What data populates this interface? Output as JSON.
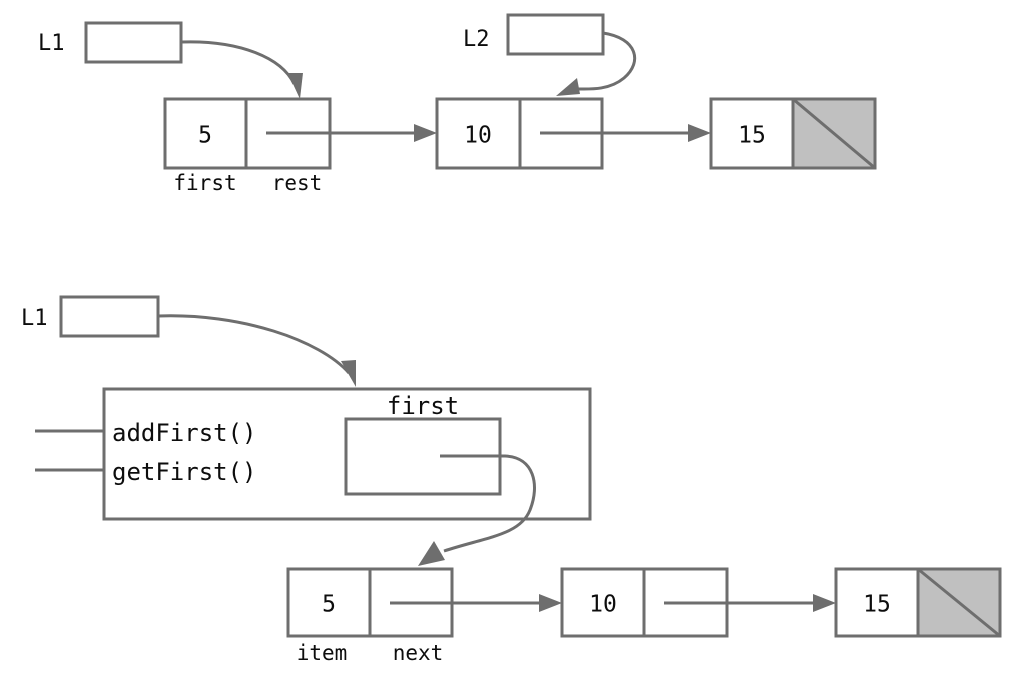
{
  "diagram": {
    "title": "linked-list-representations",
    "colors": {
      "stroke": "#6e6e6e",
      "null_fill": "#c0c0c0",
      "background": "#ffffff",
      "text": "#0d0d0d"
    },
    "top_panel": {
      "name": "recursive-list-view",
      "variables": [
        {
          "label": "L1",
          "points_to": "node-5-rest-cell"
        },
        {
          "label": "L2",
          "points_to": "node-10-rest-cell"
        }
      ],
      "field_labels": [
        {
          "label": "first"
        },
        {
          "label": "rest"
        }
      ],
      "nodes": [
        {
          "value": "5",
          "has_null": false
        },
        {
          "value": "10",
          "has_null": false
        },
        {
          "value": "15",
          "has_null": true
        }
      ]
    },
    "bottom_panel": {
      "name": "object-with-first-pointer-view",
      "variables": [
        {
          "label": "L1",
          "points_to": "list-object-box"
        }
      ],
      "object": {
        "name": "list-object",
        "methods": [
          "addFirst()",
          "getFirst()"
        ],
        "field": {
          "label": "first",
          "points_to": "node-5-next-cell"
        }
      },
      "field_labels": [
        {
          "label": "item"
        },
        {
          "label": "next"
        }
      ],
      "nodes": [
        {
          "value": "5",
          "has_null": false
        },
        {
          "value": "10",
          "has_null": false
        },
        {
          "value": "15",
          "has_null": true
        }
      ]
    }
  }
}
